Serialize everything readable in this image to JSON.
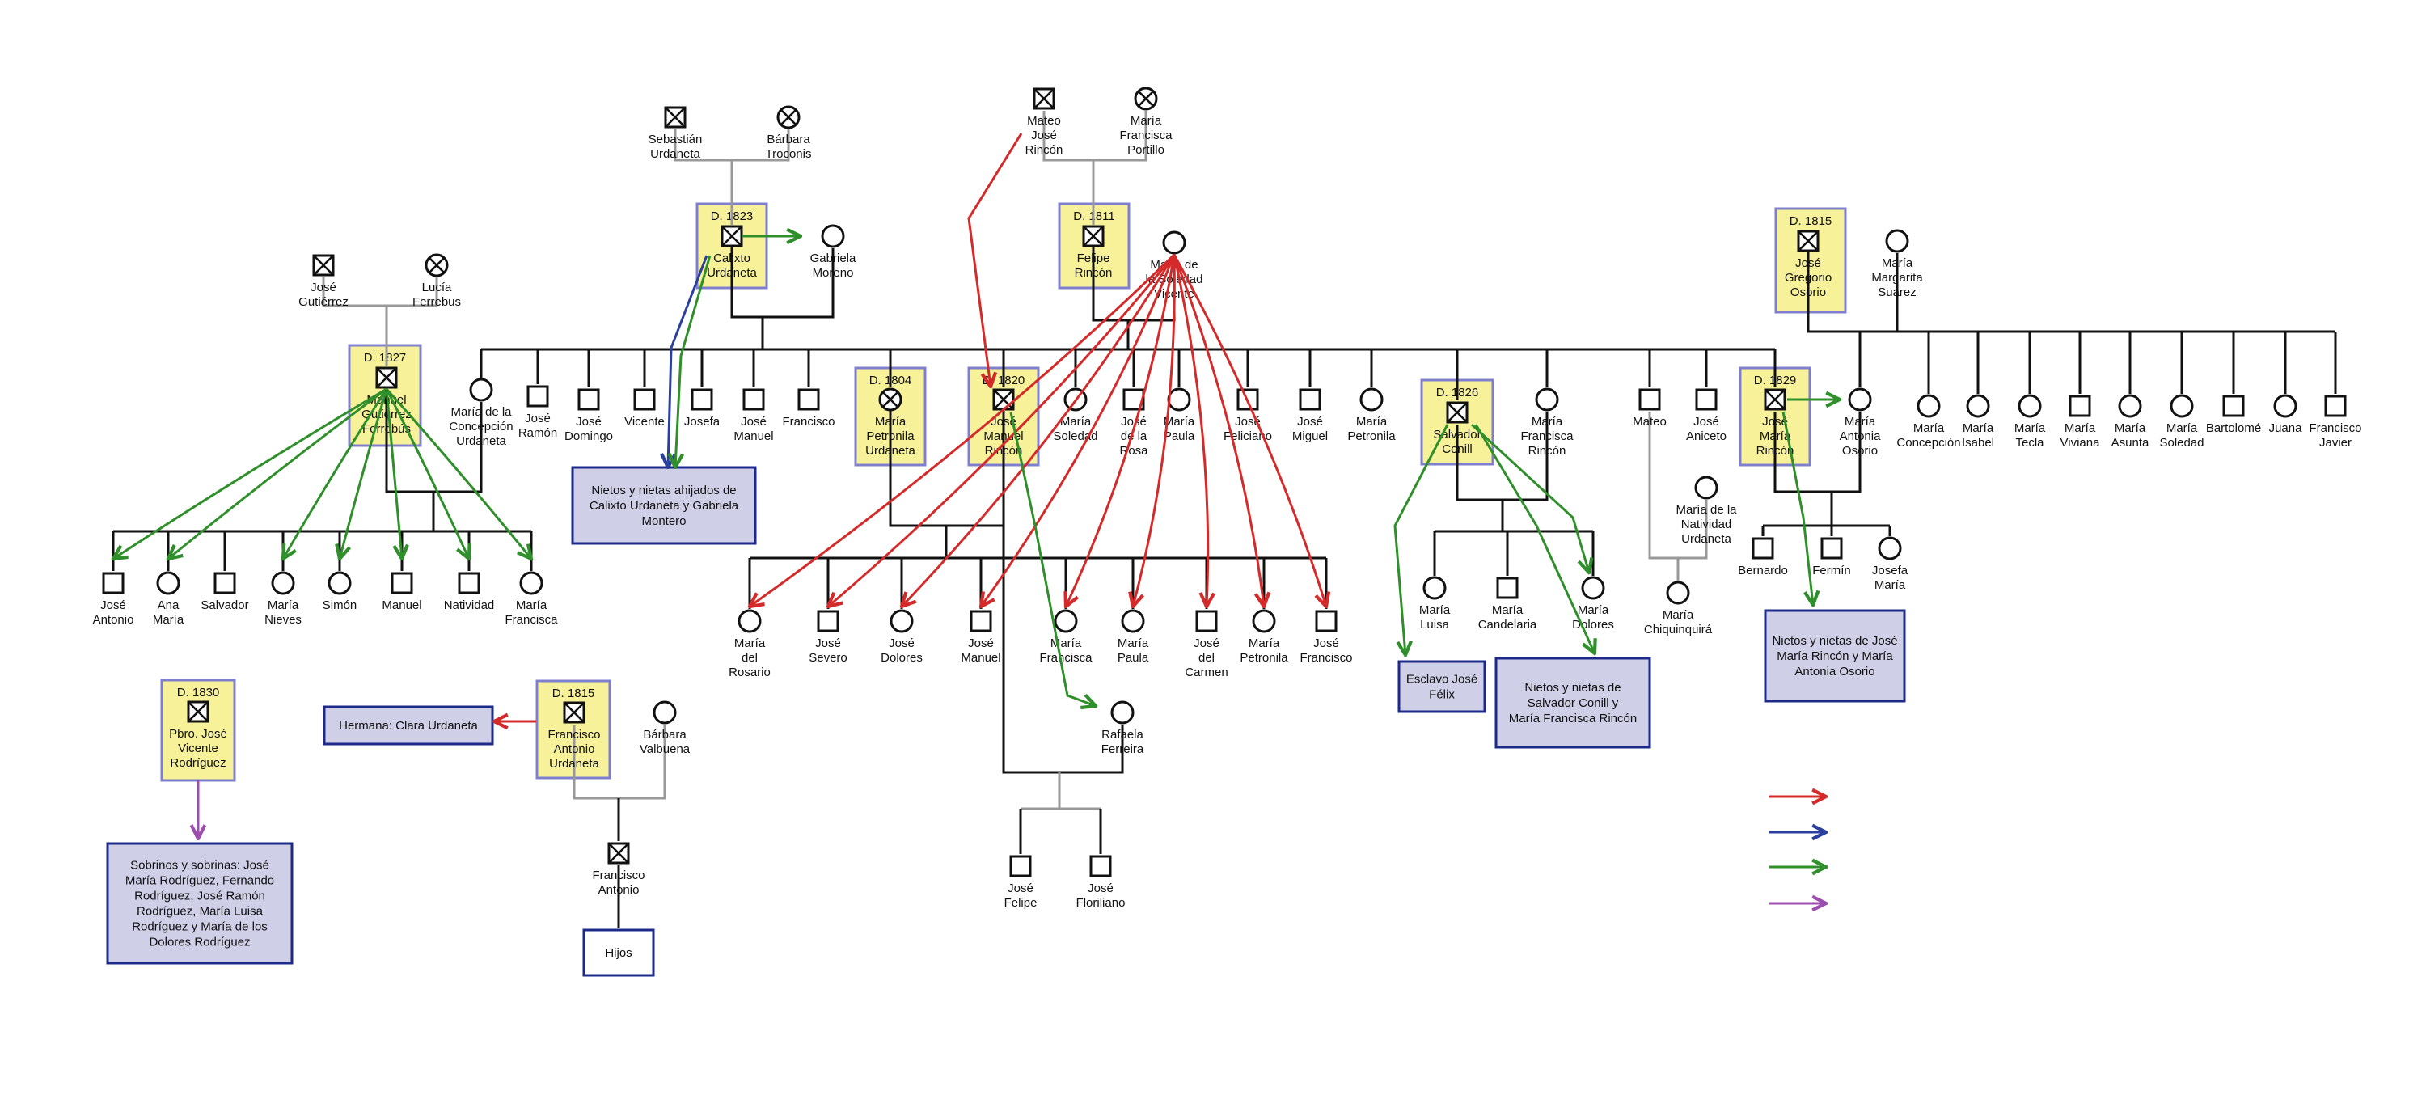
{
  "people": {
    "sebastian": [
      "Sebastián",
      "Urdaneta"
    ],
    "barbara_t": [
      "Bárbara",
      "Troconis"
    ],
    "mateo_r": [
      "Mateo",
      "José",
      "Rincón"
    ],
    "maria_fp": [
      "María",
      "Francisca",
      "Portillo"
    ],
    "jose_g": [
      "José",
      "Gutiérrez"
    ],
    "lucia": [
      "Lucía",
      "Ferrebus"
    ],
    "calixto": [
      "Calixto",
      "Urdaneta"
    ],
    "gabriela": [
      "Gabriela",
      "Moreno"
    ],
    "felipe": [
      "Felipe",
      "Rincón"
    ],
    "soledad": [
      "María de",
      "la Soledad",
      "Vicente"
    ],
    "gregorio": [
      "José",
      "Gregorio",
      "Osorio"
    ],
    "margarita": [
      "María",
      "Margarita",
      "Suárez"
    ],
    "manuel_gf": [
      "Manuel",
      "Gutiérrez",
      "Ferrebús"
    ],
    "maria_conc_u": [
      "María de la",
      "Concepción",
      "Urdaneta"
    ],
    "jose_ramon": [
      "José",
      "Ramón"
    ],
    "jose_domingo": [
      "José",
      "Domingo"
    ],
    "vicente": [
      "Vicente"
    ],
    "josefa": [
      "Josefa"
    ],
    "jose_manuel_u": [
      "José",
      "Manuel"
    ],
    "francisco_u": [
      "Francisco"
    ],
    "petronila_u": [
      "María",
      "Petronila",
      "Urdaneta"
    ],
    "jose_manuel_r": [
      "José",
      "Manuel",
      "Rincón"
    ],
    "maria_soledad": [
      "María",
      "Soledad"
    ],
    "jose_rosa": [
      "José",
      "de la",
      "Rosa"
    ],
    "maria_paula_r": [
      "María",
      "Paula"
    ],
    "jose_feliciano": [
      "José",
      "Feliciano"
    ],
    "jose_miguel": [
      "José",
      "Miguel"
    ],
    "maria_petronila_r": [
      "María",
      "Petronila"
    ],
    "salvador_c": [
      "Salvador",
      "Conill"
    ],
    "maria_fr": [
      "María",
      "Francisca",
      "Rincón"
    ],
    "mateo": [
      "Mateo"
    ],
    "jose_aniceto": [
      "José",
      "Aniceto"
    ],
    "jose_maria_r": [
      "José",
      "María",
      "Rincón"
    ],
    "maria_ao": [
      "María",
      "Antonia",
      "Osorio"
    ],
    "o_concepcion": [
      "María",
      "Concepción"
    ],
    "o_isabel": [
      "María",
      "Isabel"
    ],
    "o_tecla": [
      "María",
      "Tecla"
    ],
    "o_viviana": [
      "María",
      "Viviana"
    ],
    "o_asunta": [
      "María",
      "Asunta"
    ],
    "o_soledad": [
      "María",
      "Soledad"
    ],
    "o_bartolome": [
      "Bartolomé"
    ],
    "o_juana": [
      "Juana"
    ],
    "o_francisco_javier": [
      "Francisco",
      "Javier"
    ],
    "g_jose_antonio": [
      "José",
      "Antonio"
    ],
    "g_ana_maria": [
      "Ana",
      "María"
    ],
    "g_salvador": [
      "Salvador"
    ],
    "g_maria_nieves": [
      "María",
      "Nieves"
    ],
    "g_simon": [
      "Simón"
    ],
    "g_manuel": [
      "Manuel"
    ],
    "g_natividad": [
      "Natividad"
    ],
    "g_maria_francisca": [
      "María",
      "Francisca"
    ],
    "r_maria_rosario": [
      "María",
      "del",
      "Rosario"
    ],
    "r_jose_severo": [
      "José",
      "Severo"
    ],
    "r_jose_dolores": [
      "José",
      "Dolores"
    ],
    "r_jose_manuel": [
      "José",
      "Manuel"
    ],
    "r_maria_francisca": [
      "María",
      "Francisca"
    ],
    "r_maria_paula": [
      "María",
      "Paula"
    ],
    "r_jose_carmen": [
      "José",
      "del",
      "Carmen"
    ],
    "r_maria_petronila": [
      "María",
      "Petronila"
    ],
    "r_jose_francisco": [
      "José",
      "Francisco"
    ],
    "rafaela": [
      "Rafaela",
      "Ferreira"
    ],
    "jose_felipe": [
      "José",
      "Felipe"
    ],
    "jose_floriliano": [
      "José",
      "Floriliano"
    ],
    "c_maria_luisa": [
      "María",
      "Luisa"
    ],
    "c_maria_candelaria": [
      "María",
      "Candelaria"
    ],
    "c_maria_dolores": [
      "María",
      "Dolores"
    ],
    "maria_natividad_u": [
      "María de la",
      "Natividad",
      "Urdaneta"
    ],
    "maria_chiquinquira": [
      "María",
      "Chiquinquirá"
    ],
    "bernardo": [
      "Bernardo"
    ],
    "fermin": [
      "Fermín"
    ],
    "josefa_maria": [
      "Josefa",
      "María"
    ],
    "pbro_jose": [
      "Pbro. José",
      "Vicente",
      "Rodríguez"
    ],
    "francisco_au": [
      "Francisco",
      "Antonio",
      "Urdaneta"
    ],
    "barbara_v": [
      "Bárbara",
      "Valbuena"
    ],
    "francisco_antonio": [
      "Francisco",
      "Antonio"
    ]
  },
  "death_labels": {
    "calixto": "D. 1823",
    "felipe": "D. 1811",
    "gregorio": "D. 1815",
    "manuel_gf": "D. 1827",
    "petronila_u": "D. 1804",
    "jose_manuel_r": "D. 1820",
    "salvador_c": "D. 1826",
    "jose_maria_r": "D. 1829",
    "pbro_jose": "D. 1830",
    "francisco_au": "D. 1815"
  },
  "boxes": {
    "nietos_calixto": "Nietos y nietas ahijados de Calixto Urdaneta y Gabriela Montero",
    "esclavo": "Esclavo José Félix",
    "nietos_salvador": "Nietos y nietas de Salvador Conill y María Francisca Rincón",
    "nietos_jose_maria": "Nietos y nietas de José María Rincón y María Antonia Osorio",
    "hermana": "Hermana: Clara Urdaneta",
    "sobrinos": "Sobrinos y sobrinas: José María Rodríguez, Fernando Rodríguez, José Ramón Rodríguez, María Luisa Rodríguez y María de los Dolores Rodríguez",
    "hijos": "Hijos"
  },
  "legend": {
    "colors": [
      "#d42a2a",
      "#2a3f9e",
      "#2f8f2a",
      "#9c4fae"
    ],
    "entries": [
      "",
      "",
      "",
      ""
    ]
  },
  "colors": {
    "red": "#d42a2a",
    "blue": "#2a3f9e",
    "green": "#2f8f2a",
    "purple": "#9c4fae",
    "highlight_fill": "#f7f19a",
    "highlight_border": "#7f7fcf",
    "box_fill": "#cfcfe8",
    "box_border": "#1d2a8a",
    "marriage_line": "#999999"
  }
}
